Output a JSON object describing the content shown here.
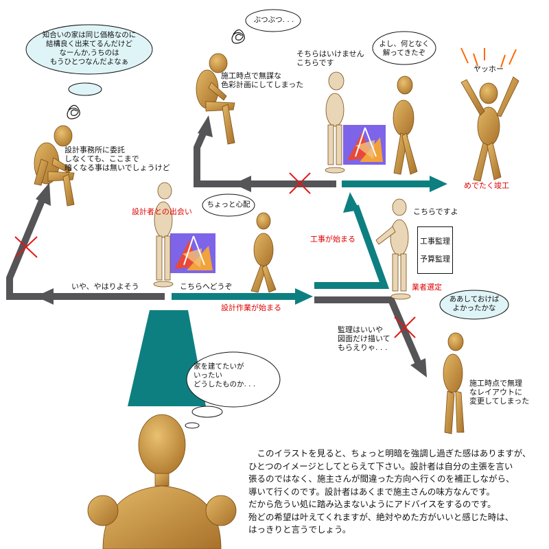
{
  "colors": {
    "gray_arrow": "#555558",
    "teal_arrow": "#0e7f80",
    "red_cross": "#e01818",
    "bubble_fill": "#dff4f7",
    "mannequin": "#c48a3c",
    "mannequin_light": "#e8d6b6"
  },
  "bubbles": {
    "neighbor": "知合いの家は同じ価格なのに\n結構良く出来てるんだけど\nなーんか,うちのは\nもうひとつなんだよなぁ",
    "grumble": "ぶつぶつ. . .",
    "understood": "よし、何となく\n解ってきたぞ",
    "regret": "ああしておけば\nよかったかな",
    "thinking": "家を建てたいが\nいったい\nどうしたものか. . .",
    "worry": "ちょっと心配"
  },
  "labels": {
    "office_note": "設計事務所に委託\nしなくても、ここまで\n暗くなる事は無いでしょうけど",
    "color_plan": "施工時点で無謀な\n色彩計画にしてしまった",
    "not_that_way": "そちらはいけません\nこちらです",
    "yahoo": "ヤッホー",
    "completion": "めでたく竣工",
    "meet_designer": "設計者との出会い",
    "this_way_please": "こちらへどうぞ",
    "no_thanks": "いや、やはりよそう",
    "design_starts": "設計作業が始まる",
    "construction_starts": "工事が始まる",
    "this_way": "こちらですよ",
    "supervision_1": "工事監理",
    "supervision_2": "予算監理",
    "contractor": "業者選定",
    "no_supervision": "監理はいいや\n図面だけ描いて\nもらえりゃ. . .",
    "layout_change": "施工時点で無理\nなレイアウトに\n変更してしまった"
  },
  "paragraph": "　このイラストを見ると、ちょっと明暗を強調し過ぎた感はありますが、\nひとつのイメージとしてとらえて下さい。設計者は自分の主張を言い\n張るのではなく、施主さんが間違った方向へ行くのを補正しながら、\n導いて行くのです。設計者はあくまで施主さんの味方なんです。\nだから危うい処に踏み込まないようにアドバイスをするのです。\n殆どの希望は叶えてくれますが、絶対やめた方がいいと感じた時は、\nはっきりと言うでしょう。"
}
